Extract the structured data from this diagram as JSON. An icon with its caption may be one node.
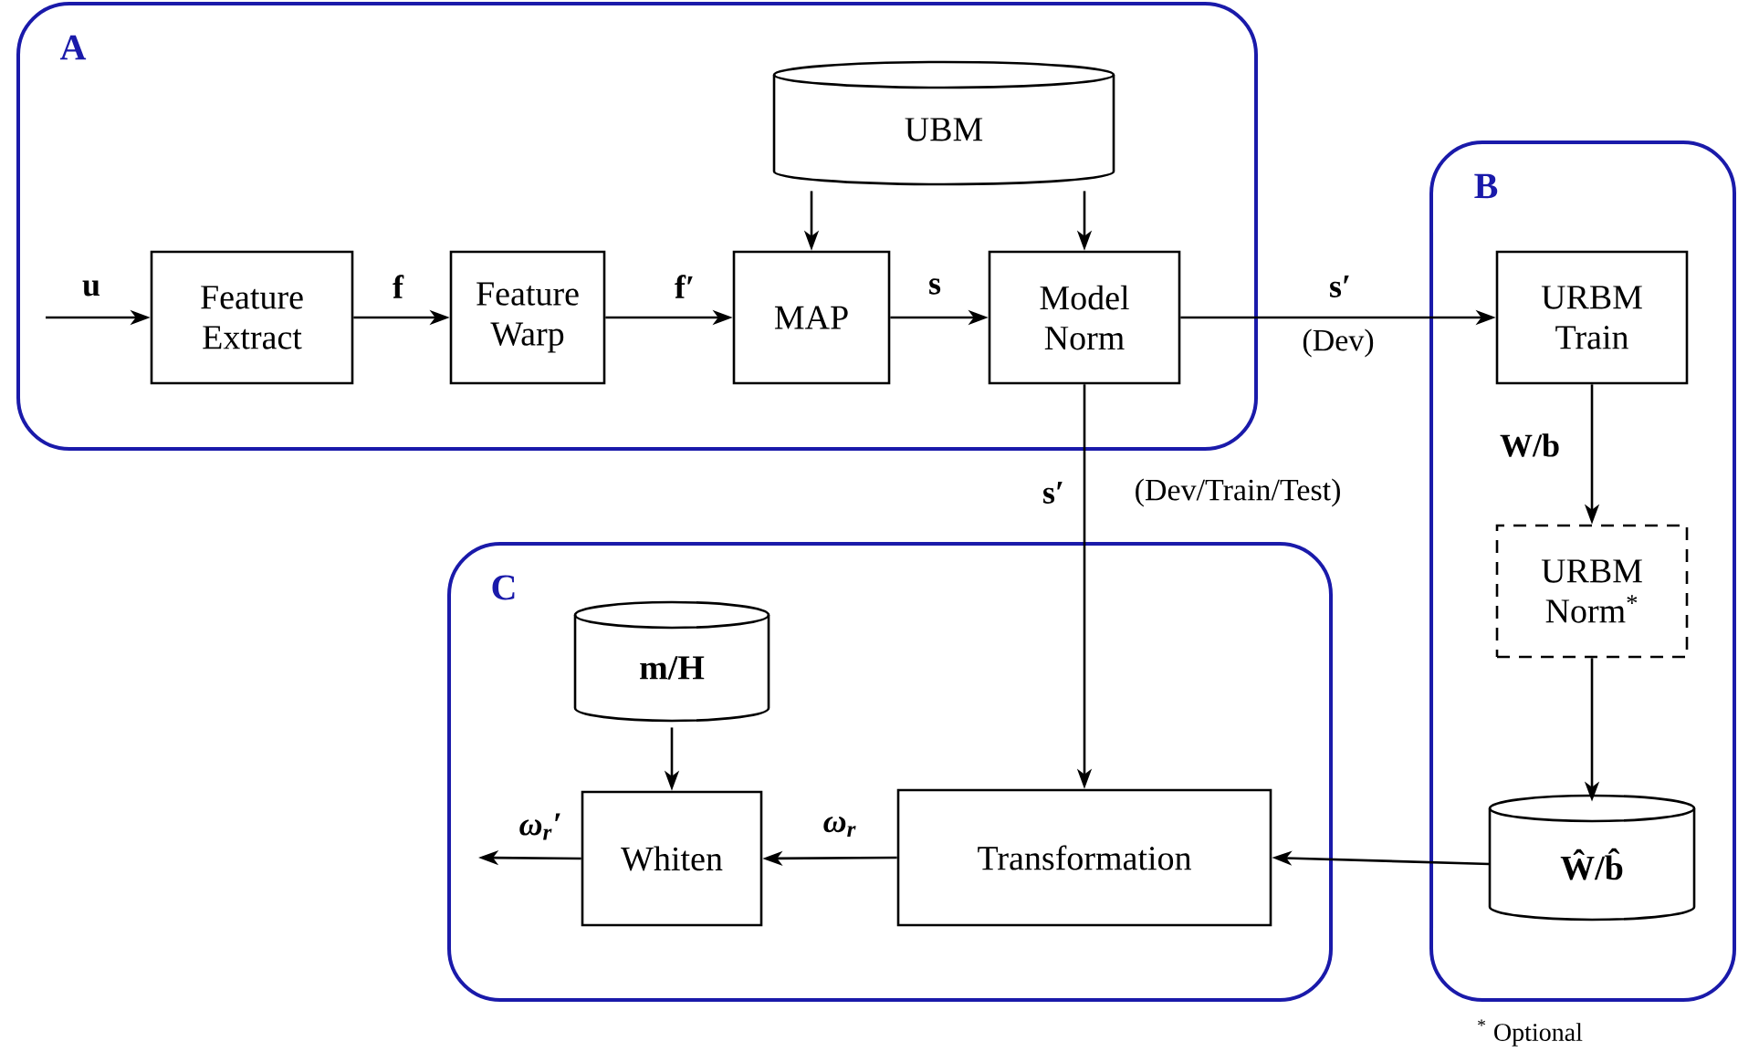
{
  "diagram": {
    "nodes": [
      {
        "text": [
          "A"
        ]
      },
      {
        "text": [
          "Feature Extract"
        ],
        "in": 0
      },
      {
        "text": [
          "Feature Warp"
        ],
        "in": 0
      },
      {
        "text": [
          "UBM"
        ],
        "in": 0
      },
      {
        "text": [
          "MAP"
        ],
        "in": 0
      },
      {
        "text": [
          "Model Norm"
        ],
        "in": 0
      },
      {
        "text": [
          "B"
        ]
      },
      {
        "text": [
          "URBM Train"
        ],
        "in": 6
      },
      {
        "text": [
          "URBM Norm$^{*}$"
        ],
        "in": 6
      },
      {
        "text": [
          "Ŵ/b̂"
        ],
        "in": 6
      },
      {
        "text": [
          "C"
        ]
      },
      {
        "text": [
          "m/H"
        ],
        "in": 10
      },
      {
        "text": [
          "Whiten"
        ],
        "in": 10
      },
      {
        "text": [
          "Transformation"
        ],
        "in": 10
      }
    ],
    "edges": [
      {
        "from": null,
        "to": 1,
        "arrow": "to",
        "label": "u"
      },
      {
        "from": 1,
        "to": 2,
        "arrow": "to",
        "label": "f"
      },
      {
        "from": 2,
        "to": 4,
        "arrow": "to",
        "label": "f′"
      },
      {
        "from": 3,
        "to": 4,
        "arrow": "to"
      },
      {
        "from": 3,
        "to": 5,
        "arrow": "to"
      },
      {
        "from": 4,
        "to": 5,
        "arrow": "to",
        "label": "s"
      },
      {
        "from": 5,
        "to": 7,
        "arrow": "to",
        "label": "s′"
      },
      {
        "from": 5,
        "to": 13,
        "arrow": "to",
        "label": "s′"
      },
      {
        "from": 7,
        "to": 8,
        "arrow": "to",
        "label": "W/b"
      },
      {
        "from": 8,
        "to": 9,
        "arrow": "to"
      },
      {
        "from": 9,
        "to": 13,
        "arrow": "to"
      },
      {
        "from": 11,
        "to": 12,
        "arrow": "to"
      },
      {
        "from": 13,
        "to": 12,
        "arrow": "to",
        "label": "ω$_{r}$"
      },
      {
        "from": 12,
        "to": null,
        "arrow": "to",
        "label": "ω$_{r}$′"
      }
    ],
    "labels": [
      "(Dev)",
      "(Dev/Train/Test)",
      "$^{*}$ Optional"
    ]
  }
}
